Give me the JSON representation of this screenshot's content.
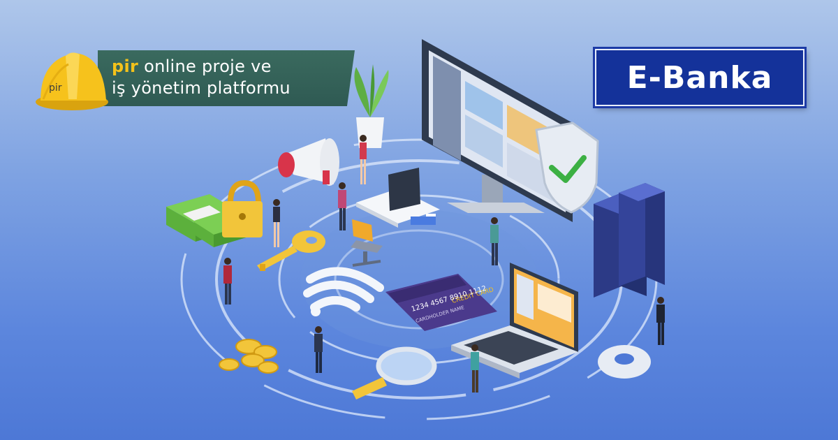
{
  "brand": {
    "helmet_label": "pir",
    "name": "pir",
    "tagline_line1_rest": " online proje ve",
    "tagline_line2": "iş yönetim platformu"
  },
  "badge": {
    "label": "E-Banka"
  },
  "credit_card": {
    "title": "CREDIT CARD",
    "number": "1234 4567 8910 1112",
    "holder": "CARDHOLDER NAME"
  },
  "colors": {
    "background_top": "#aec6ea",
    "background_bottom": "#4d78d6",
    "brand_banner": "#2f5a53",
    "brand_accent": "#f4c21a",
    "badge_bg": "#14329a",
    "card_bg": "#4b3a8c",
    "shield_check": "#3cb043",
    "megaphone_accent": "#d8344a"
  },
  "illustration": {
    "icons": [
      "monitor-icon",
      "shield-check-icon",
      "plant-icon",
      "megaphone-icon",
      "money-stack-icon",
      "padlock-icon",
      "key-icon",
      "desk-icon",
      "chair-icon",
      "wifi-icon",
      "credit-card-icon",
      "laptop-icon",
      "server-rack-icon",
      "gear-icon",
      "coins-icon",
      "magnifier-icon",
      "person-icon"
    ]
  }
}
